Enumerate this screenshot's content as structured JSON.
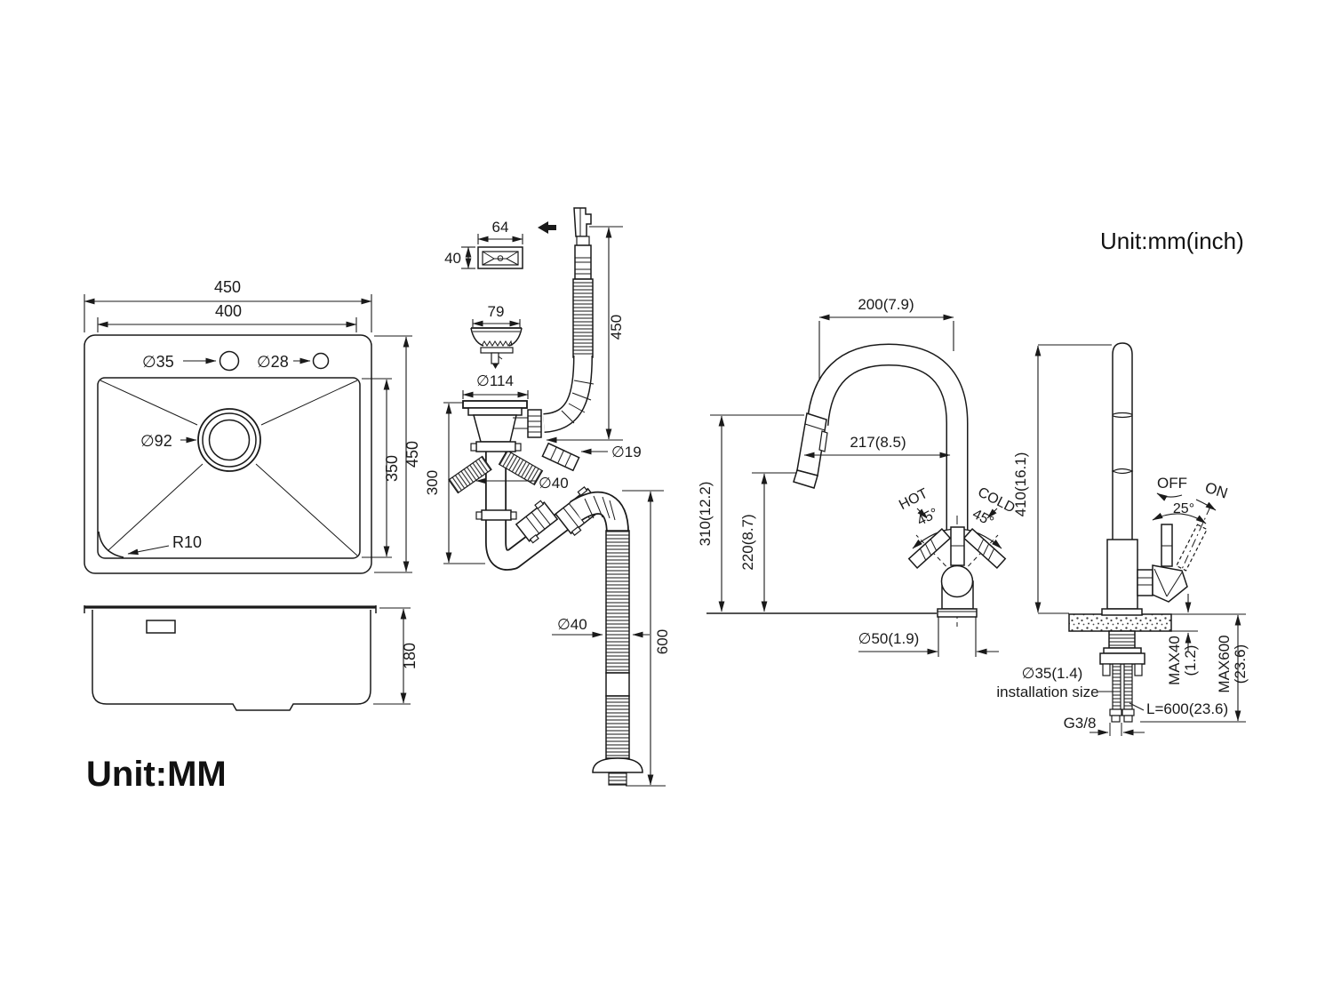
{
  "units": {
    "left": "Unit:MM",
    "right": "Unit:mm(inch)"
  },
  "sink_top": {
    "width_outer": "450",
    "width_inner": "400",
    "hole_left": "∅35",
    "hole_right": "∅28",
    "drain": "∅92",
    "corner_radius": "R10",
    "height_outer": "450",
    "height_inner": "350"
  },
  "sink_side": {
    "depth": "180"
  },
  "drain": {
    "overflow_width": "64",
    "overflow_height": "40",
    "strainer": "79",
    "flange": "∅114",
    "overflow_hose_length": "450",
    "trap_height": "300",
    "overflow_pipe": "∅19",
    "tailpipe": "∅40",
    "hose_diameter": "∅40",
    "hose_length": "600"
  },
  "faucet_front": {
    "spout_reach": "200(7.9)",
    "spout_reach_inner": "217(8.5)",
    "height_total": "310(12.2)",
    "height_spout": "220(8.7)",
    "hot": "HOT",
    "hot_angle": "45°",
    "cold": "COLD",
    "cold_angle": "45°",
    "base": "∅50(1.9)"
  },
  "faucet_side": {
    "height": "410(16.1)",
    "off": "OFF",
    "on": "ON",
    "handle_angle": "25°",
    "deck_max": "MAX40",
    "deck_max_inch": "(1.2)",
    "below_max": "MAX600",
    "below_max_inch": "(23.6)",
    "hole": "∅35(1.4)",
    "hole_note": "installation size",
    "hose_length": "L=600(23.6)",
    "thread": "G3/8"
  }
}
